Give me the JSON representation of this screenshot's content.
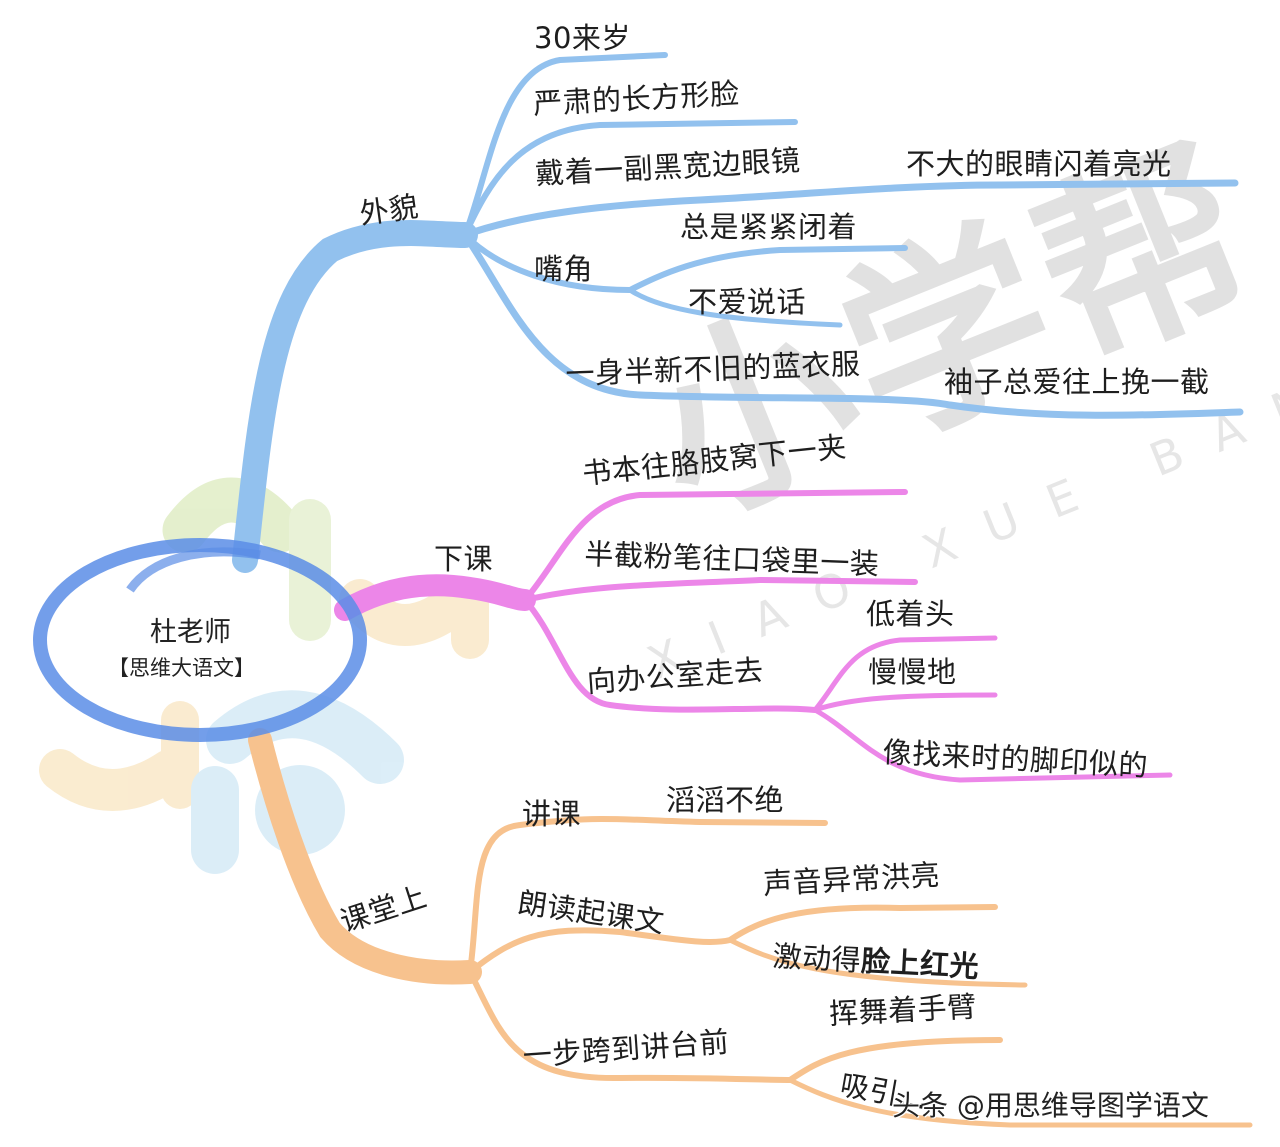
{
  "mindmap": {
    "center": {
      "title": "杜老师",
      "subtitle": "【思维大语文】",
      "ring_color": "#5b8de6"
    },
    "colors": {
      "appearance": "#92c1ee",
      "after_class": "#ec86e8",
      "in_class": "#f7c28e",
      "label": "#1e1e1e"
    },
    "branches": [
      {
        "label": "外貌",
        "color": "#92c1ee",
        "children": [
          {
            "label": "30来岁"
          },
          {
            "label": "严肃的长方形脸"
          },
          {
            "label": "戴着一副黑宽边眼镜",
            "children": [
              {
                "label": "不大的眼睛闪着亮光"
              }
            ]
          },
          {
            "label": "嘴角",
            "children": [
              {
                "label": "总是紧紧闭着"
              },
              {
                "label": "不爱说话"
              }
            ]
          },
          {
            "label": "一身半新不旧的蓝衣服",
            "children": [
              {
                "label": "袖子总爱往上挽一截"
              }
            ]
          }
        ]
      },
      {
        "label": "下课",
        "color": "#ec86e8",
        "children": [
          {
            "label": "书本往胳肢窝下一夹"
          },
          {
            "label": "半截粉笔往口袋里一装"
          },
          {
            "label": "向办公室走去",
            "children": [
              {
                "label": "低着头"
              },
              {
                "label": "慢慢地"
              },
              {
                "label": "像找来时的脚印似的"
              }
            ]
          }
        ]
      },
      {
        "label": "课堂上",
        "color": "#f7c28e",
        "children": [
          {
            "label": "讲课",
            "children": [
              {
                "label": "滔滔不绝"
              }
            ]
          },
          {
            "label": "朗读起课文",
            "children": [
              {
                "label": "声音异常洪亮"
              },
              {
                "label_plain": "激动得",
                "label_bold": "脸上红光"
              }
            ]
          },
          {
            "label": "一步跨到讲台前",
            "children": [
              {
                "label": "挥舞着手臂"
              },
              {
                "label": "吸引..."
              }
            ]
          }
        ]
      }
    ]
  },
  "watermarks": {
    "brand": "小学帮",
    "brand_pinyin": "XIAO XUE BANG",
    "footer": "头条 @用思维导图学语文"
  }
}
